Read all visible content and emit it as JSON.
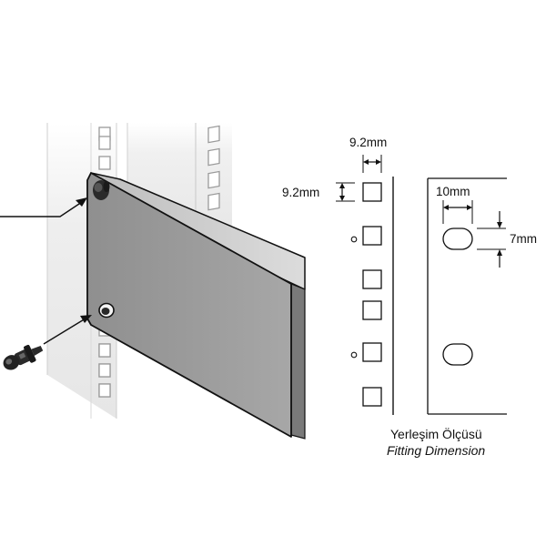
{
  "labels": {
    "square_width": "9.2mm",
    "square_height": "9.2mm",
    "slot_width": "10mm",
    "slot_height": "7mm",
    "caption_tr": "Yerleşim Ölçüsü",
    "caption_en": "Fitting Dimension"
  },
  "colors": {
    "panel_front": "#9a9a9a",
    "panel_top": "#cfcfcf",
    "rail": "#efefef",
    "line": "#111111"
  }
}
